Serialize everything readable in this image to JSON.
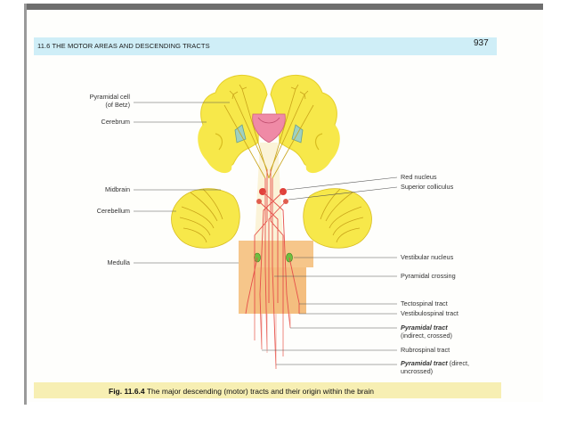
{
  "header": {
    "title": "11.6 THE MOTOR AREAS AND DESCENDING TRACTS",
    "page_number": "937"
  },
  "labels_left": {
    "pyramidal_cell_line1": "Pyramidal cell",
    "pyramidal_cell_line2": "(of Betz)",
    "cerebrum": "Cerebrum",
    "midbrain": "Midbrain",
    "cerebellum": "Cerebellum",
    "medulla": "Medulla"
  },
  "labels_right": {
    "red_nucleus": "Red nucleus",
    "superior_colliculus": "Superior colliculus",
    "vestibular_nucleus": "Vestibular nucleus",
    "pyramidal_crossing": "Pyramidal crossing",
    "tectospinal_tract": "Tectospinal tract",
    "vestibulospinal_tract": "Vestibulospinal tract",
    "pyramidal_tract_indirect_title": "Pyramidal tract",
    "pyramidal_tract_indirect_sub": "(indirect, crossed)",
    "rubrospinal_tract": "Rubrospinal tract",
    "pyramidal_tract_direct_title": "Pyramidal tract",
    "pyramidal_tract_direct_sub1": "(direct,",
    "pyramidal_tract_direct_sub2": "uncrossed)"
  },
  "caption": {
    "figure_label": "Fig. 11.6.4",
    "text": "The major descending (motor) tracts and their origin within the brain"
  },
  "colors": {
    "brain_yellow": "#f7e84a",
    "medulla_orange": "#f6c68a",
    "tract_red": "#e6504a",
    "ventricle_green": "#9fd0c0",
    "midline_pink": "#ef8aa6",
    "header_blue": "#cfeef7",
    "caption_yellow": "#f7efb3"
  }
}
